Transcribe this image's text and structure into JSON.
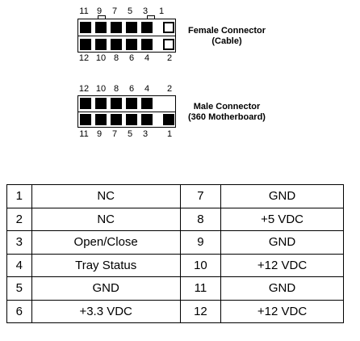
{
  "female": {
    "top_numbers": [
      "11",
      "9",
      "7",
      "5",
      "3",
      "1"
    ],
    "bottom_numbers": [
      "12",
      "10",
      "8",
      "6",
      "4",
      "2"
    ],
    "label_line1": "Female Connector",
    "label_line2": "(Cable)"
  },
  "male": {
    "top_numbers": [
      "12",
      "10",
      "8",
      "6",
      "4",
      "2"
    ],
    "bottom_numbers": [
      "11",
      "9",
      "7",
      "5",
      "3",
      "1"
    ],
    "label_line1": "Male Connector",
    "label_line2": "(360 Motherboard)"
  },
  "pinout": [
    {
      "pin_a": "1",
      "signal_a": "NC",
      "pin_b": "7",
      "signal_b": "GND"
    },
    {
      "pin_a": "2",
      "signal_a": "NC",
      "pin_b": "8",
      "signal_b": "+5 VDC"
    },
    {
      "pin_a": "3",
      "signal_a": "Open/Close",
      "pin_b": "9",
      "signal_b": "GND"
    },
    {
      "pin_a": "4",
      "signal_a": "Tray Status",
      "pin_b": "10",
      "signal_b": "+12 VDC"
    },
    {
      "pin_a": "5",
      "signal_a": "GND",
      "pin_b": "11",
      "signal_b": "GND"
    },
    {
      "pin_a": "6",
      "signal_a": "+3.3 VDC",
      "pin_b": "12",
      "signal_b": "+12 VDC"
    }
  ]
}
